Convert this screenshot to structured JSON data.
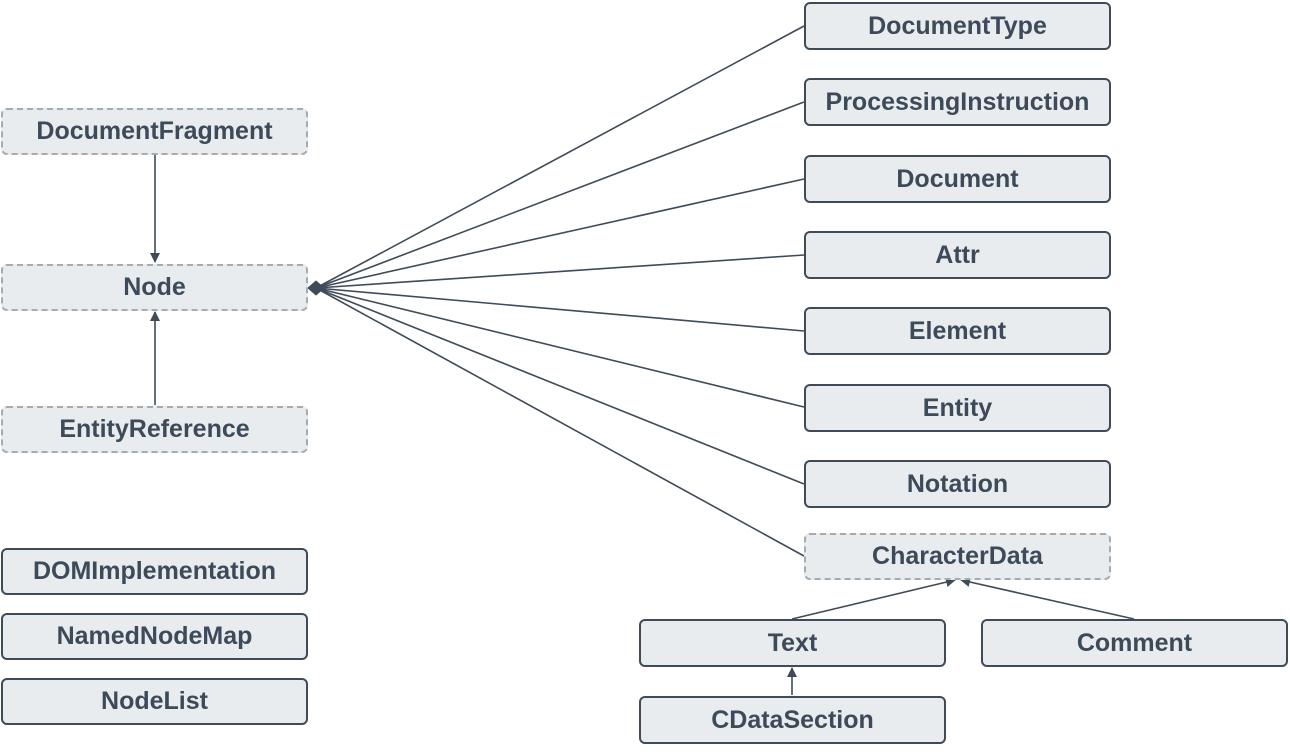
{
  "colors": {
    "line": "#3f4b59",
    "box_fill": "#e9ecef",
    "dashed_border": "#a3abb3",
    "text": "#3c4a59"
  },
  "nodes": {
    "document_fragment": "DocumentFragment",
    "node": "Node",
    "entity_reference": "EntityReference",
    "dom_implementation": "DOMImplementation",
    "named_node_map": "NamedNodeMap",
    "node_list": "NodeList",
    "document_type": "DocumentType",
    "processing_instruction": "ProcessingInstruction",
    "document": "Document",
    "attr": "Attr",
    "element": "Element",
    "entity": "Entity",
    "notation": "Notation",
    "character_data": "CharacterData",
    "text": "Text",
    "comment": "Comment",
    "cdata_section": "CDataSection"
  },
  "edges": [
    {
      "from": "document_fragment",
      "to": "node",
      "kind": "arrow"
    },
    {
      "from": "entity_reference",
      "to": "node",
      "kind": "arrow"
    },
    {
      "from": "document_type",
      "to": "node",
      "kind": "aggregation"
    },
    {
      "from": "processing_instruction",
      "to": "node",
      "kind": "aggregation"
    },
    {
      "from": "document",
      "to": "node",
      "kind": "aggregation"
    },
    {
      "from": "attr",
      "to": "node",
      "kind": "aggregation"
    },
    {
      "from": "element",
      "to": "node",
      "kind": "aggregation"
    },
    {
      "from": "entity",
      "to": "node",
      "kind": "aggregation"
    },
    {
      "from": "notation",
      "to": "node",
      "kind": "aggregation"
    },
    {
      "from": "character_data",
      "to": "node",
      "kind": "aggregation"
    },
    {
      "from": "text",
      "to": "character_data",
      "kind": "arrow"
    },
    {
      "from": "comment",
      "to": "character_data",
      "kind": "arrow"
    },
    {
      "from": "cdata_section",
      "to": "text",
      "kind": "arrow"
    }
  ]
}
